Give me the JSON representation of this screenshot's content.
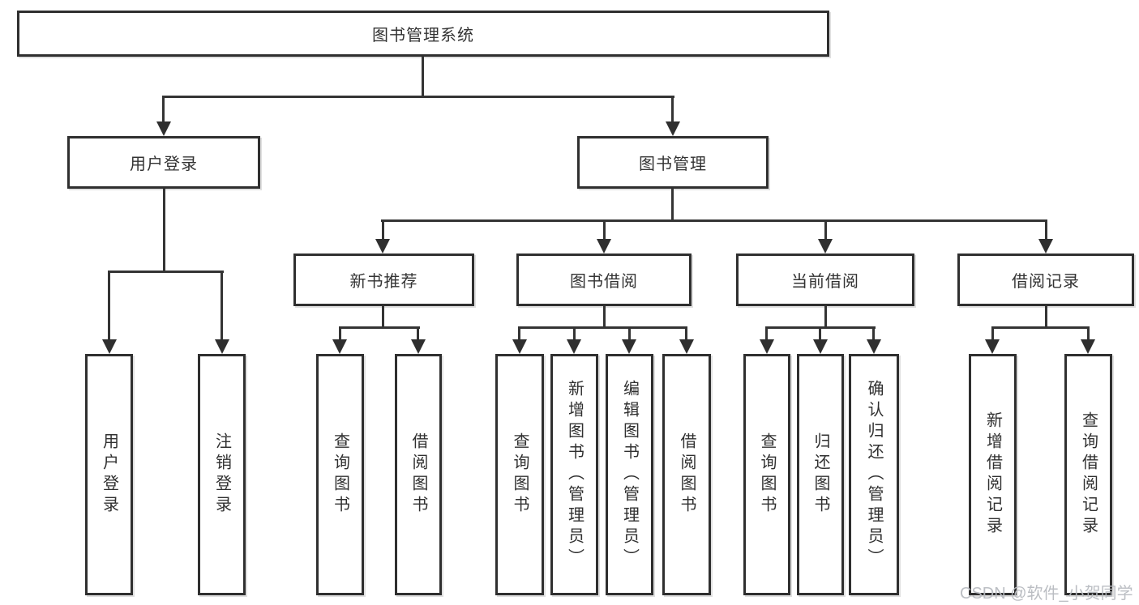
{
  "colors": {
    "line": "#343434",
    "box_border": "#2f2f2f",
    "text": "#333333",
    "watermark": "#b7bac0",
    "background": "#ffffff"
  },
  "tree": {
    "root": {
      "label": "图书管理系统",
      "children": [
        {
          "label": "用户登录",
          "children": [
            {
              "label": "用户登录"
            },
            {
              "label": "注销登录"
            }
          ]
        },
        {
          "label": "图书管理",
          "children": [
            {
              "label": "新书推荐",
              "children": [
                {
                  "label": "查询图书"
                },
                {
                  "label": "借阅图书"
                }
              ]
            },
            {
              "label": "图书借阅",
              "children": [
                {
                  "label": "查询图书"
                },
                {
                  "label": "新增图书（管理员）"
                },
                {
                  "label": "编辑图书（管理员）"
                },
                {
                  "label": "借阅图书"
                }
              ]
            },
            {
              "label": "当前借阅",
              "children": [
                {
                  "label": "查询图书"
                },
                {
                  "label": "归还图书"
                },
                {
                  "label": "确认归还（管理员）"
                }
              ]
            },
            {
              "label": "借阅记录",
              "children": [
                {
                  "label": "新增借阅记录"
                },
                {
                  "label": "查询借阅记录"
                }
              ]
            }
          ]
        }
      ]
    }
  },
  "watermark": {
    "text": "CSDN @软件_小贺同学"
  }
}
